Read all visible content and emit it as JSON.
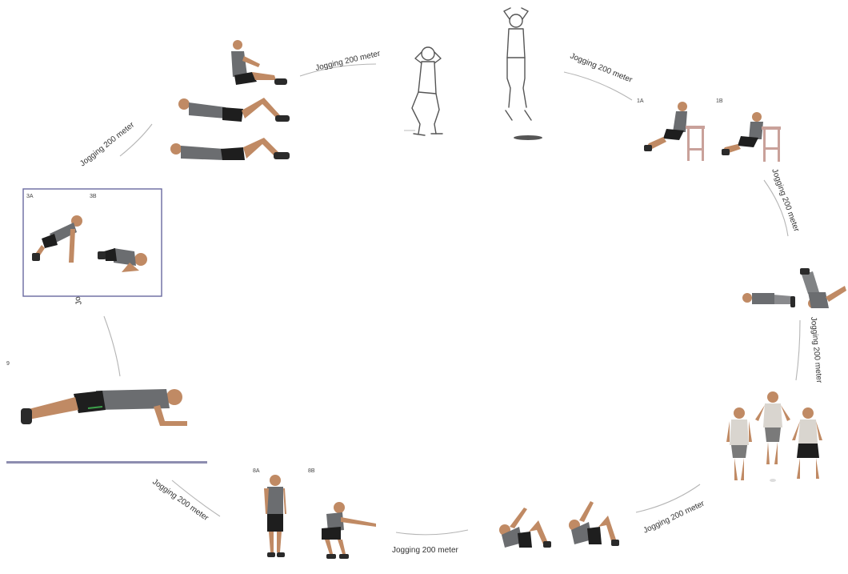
{
  "jogging_label": "Jogging 200 meter",
  "panel_labels": {
    "pushup_a": "3A",
    "pushup_b": "3B",
    "squat_a": "8A",
    "squat_b": "8B",
    "dip_a": "1A",
    "dip_b": "1B",
    "plank_num": "9"
  }
}
